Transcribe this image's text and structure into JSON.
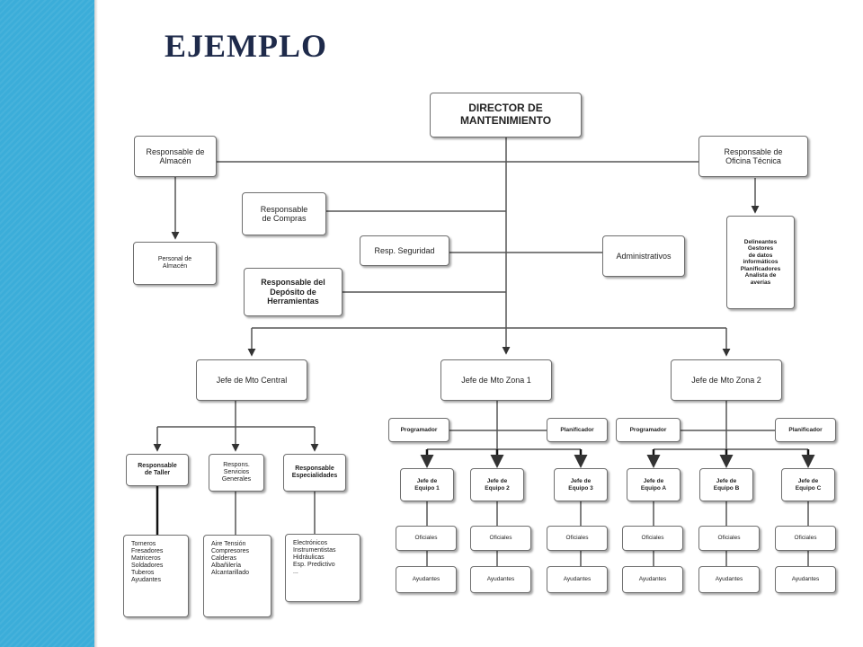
{
  "page": {
    "title": "EJEMPLO"
  },
  "org_chart": {
    "director": "DIRECTOR DE\nMANTENIMIENTO",
    "resp_almacen": "Responsable de\nAlmacén",
    "personal_almacen": "Personal de\nAlmacén",
    "resp_oficina_tecnica": "Responsable de\nOficina Técnica",
    "oficina_tecnica_tareas": "Delineantes\nGestores\nde datos\ninformáticos\nPlanificadores\nAnalista de\naverías",
    "resp_compras": "Responsable\nde Compras",
    "resp_seguridad": "Resp. Seguridad",
    "administrativos": "Administrativos",
    "resp_deposito": "Responsable del\nDepósito de\nHerramientas",
    "jefe_central": "Jefe de Mto Central",
    "jefe_zona1": "Jefe de Mto Zona 1",
    "jefe_zona2": "Jefe de Mto Zona 2",
    "resp_taller": "Responsable\nde Taller",
    "resp_servicios": "Respons.\nServicios\nGenerales",
    "resp_especialidades": "Responsable\nEspecialidades",
    "taller_personal": "Torneros\nFresadores\nMatriceros\nSoldadores\nTuberos\nAyudantes",
    "servicios_personal": "Aire Tensión\nCompresores\nCalderas\nAlbañilería\nAlcantarillado",
    "especialidades_personal": "Electrónicos\nInstrumentistas\nHidráulicas\nEsp. Predictivo\n...",
    "programador": "Programador",
    "planificador": "Planificador",
    "jefes_equipo": [
      "Jefe de\nEquipo 1",
      "Jefe de\nEquipo 2",
      "Jefe de\nEquipo 3",
      "Jefe de\nEquipo A",
      "Jefe de\nEquipo B",
      "Jefe de\nEquipo C"
    ],
    "oficiales": "Oficiales",
    "ayudantes": "Ayudantes"
  }
}
